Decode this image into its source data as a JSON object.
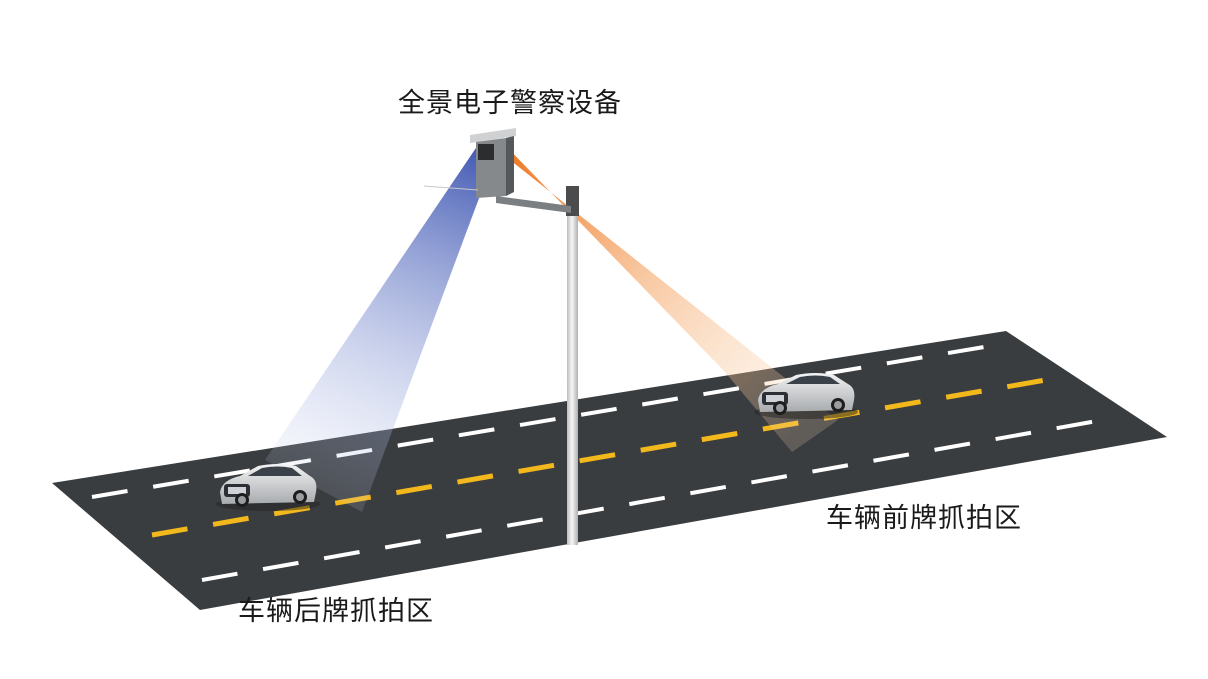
{
  "labels": {
    "device": "全景电子警察设备",
    "front_zone": "车辆前牌抓拍区",
    "rear_zone": "车辆后牌抓拍区"
  },
  "colors": {
    "road": "#3a3d3f",
    "lane_white": "#ffffff",
    "center_yellow": "#f2b81c",
    "beam_rear": "#4a63b8",
    "beam_front": "#ef7f2a",
    "pole": "#e4e4e4",
    "camera_body": "#8b8e91"
  }
}
